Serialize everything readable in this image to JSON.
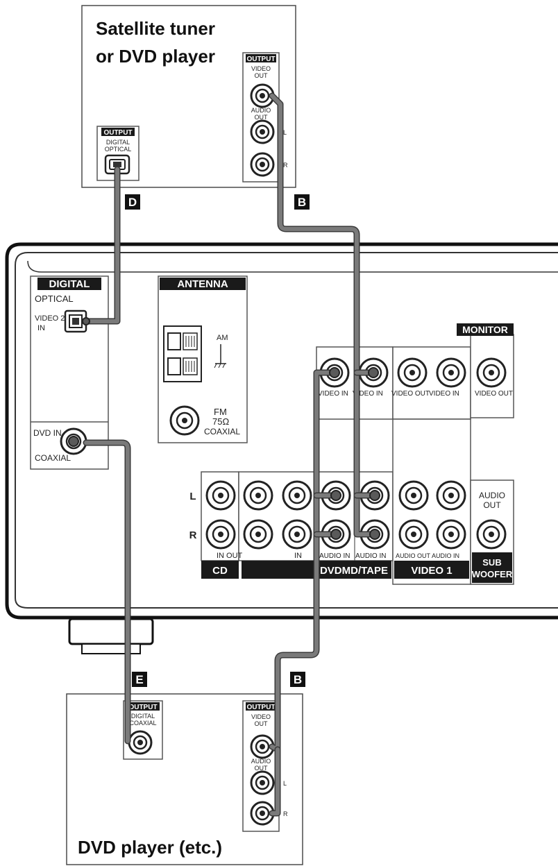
{
  "satellite": {
    "title_line1": "Satellite tuner",
    "title_line2": "or DVD player",
    "output_header": "OUTPUT",
    "digital_output_header": "OUTPUT",
    "digital_optical_line1": "DIGITAL",
    "digital_optical_line2": "OPTICAL",
    "video_out_line1": "VIDEO",
    "video_out_line2": "OUT",
    "audio_out_line1": "AUDIO",
    "audio_out_line2": "OUT",
    "l": "L",
    "r": "R"
  },
  "badges": {
    "d": "D",
    "b_top": "B",
    "e": "E",
    "b_bottom": "B"
  },
  "receiver": {
    "digital_header": "DIGITAL",
    "optical": "OPTICAL",
    "video2_line1": "VIDEO 2",
    "video2_line2": "IN",
    "dvd_in": "DVD IN",
    "coaxial": "COAXIAL",
    "antenna_header": "ANTENNA",
    "am": "AM",
    "fm_line1": "FM",
    "fm_line2": "75Ω",
    "fm_line3": "COAXIAL",
    "monitor_header": "MONITOR",
    "video_in_1": "VIDEO IN",
    "video_in_2": "VIDEO IN",
    "video_out_1": "VIDEO OUT",
    "video_in_3": "VIDEO IN",
    "video_out_monitor": "VIDEO OUT",
    "l": "L",
    "r": "R",
    "in_out": "IN OUT",
    "in": "IN",
    "audio_in_1": "AUDIO IN",
    "audio_in_2": "AUDIO IN",
    "audio_out": "AUDIO OUT",
    "audio_in_3": "AUDIO IN",
    "audio_out_sub_line1": "AUDIO",
    "audio_out_sub_line2": "OUT",
    "footer_cd": "CD",
    "footer_dvd_md_tape": "DVDMD/TAPE",
    "footer_video1": "VIDEO 1",
    "footer_sub_line1": "SUB",
    "footer_sub_line2": "WOOFER"
  },
  "dvd_player": {
    "title": "DVD player (etc.)",
    "digital_output_header": "OUTPUT",
    "digital_coaxial_line1": "DIGITAL",
    "digital_coaxial_line2": "COAXIAL",
    "output_header": "OUTPUT",
    "video_out_line1": "VIDEO",
    "video_out_line2": "OUT",
    "audio_out_line1": "AUDIO",
    "audio_out_line2": "OUT",
    "l": "L",
    "r": "R"
  }
}
